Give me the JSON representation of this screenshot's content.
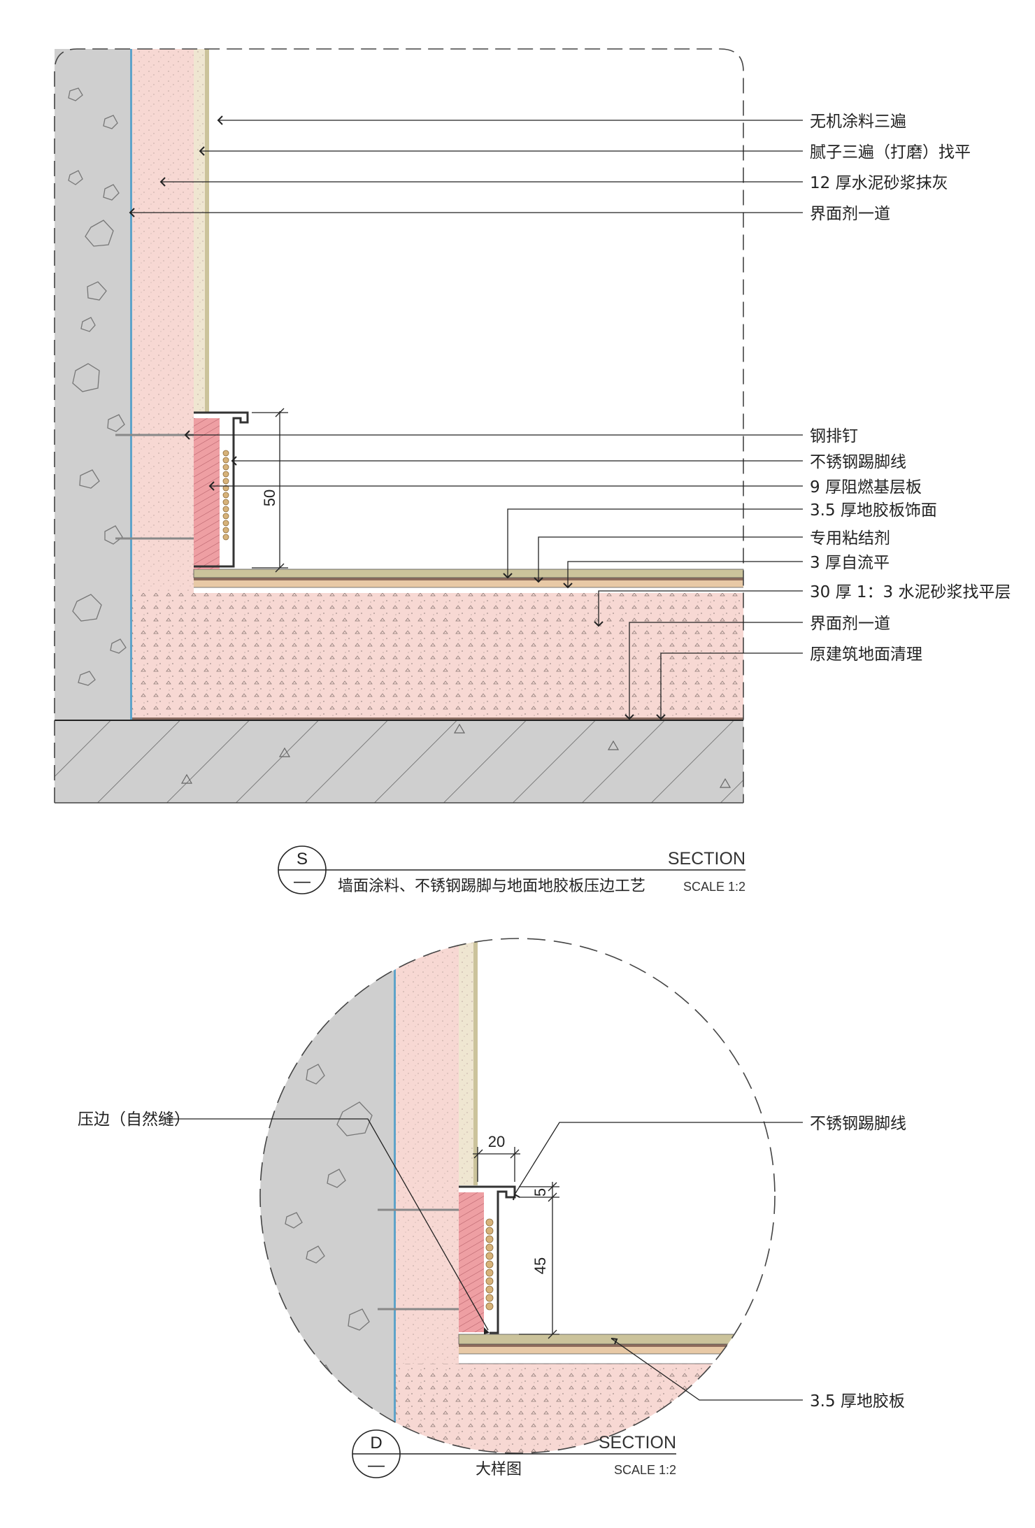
{
  "section_s": {
    "callouts": [
      "无机涂料三遍",
      "腻子三遍（打磨）找平",
      "12 厚水泥砂浆抹灰",
      "界面剂一道",
      "钢排钉",
      "不锈钢踢脚线",
      "9 厚阻燃基层板",
      "3.5 厚地胶板饰面",
      "专用粘结剂",
      "3 厚自流平",
      "30 厚 1：3 水泥砂浆找平层",
      "界面剂一道",
      "原建筑地面清理"
    ],
    "dimension": "50",
    "title": {
      "letter": "S",
      "dash": "—",
      "name": "墙面涂料、不锈钢踢脚与地面地胶板压边工艺",
      "section": "SECTION",
      "scale": "SCALE 1:2"
    }
  },
  "section_d": {
    "callouts": {
      "edge": "压边（自然缝）",
      "skirting": "不锈钢踢脚线",
      "vinyl": "3.5 厚地胶板"
    },
    "dimensions": {
      "width": "20",
      "top": "5",
      "height": "45"
    },
    "title": {
      "letter": "D",
      "dash": "—",
      "name": "大样图",
      "section": "SECTION",
      "scale": "SCALE 1:2"
    }
  },
  "colors": {
    "concrete": "#cfcfcf",
    "mortar": "#f7d8d3",
    "board": "#ee9fa3",
    "putty": "#d7d0a8",
    "floor_finish": "#cbc39b",
    "interface": "#5fa3c9"
  }
}
